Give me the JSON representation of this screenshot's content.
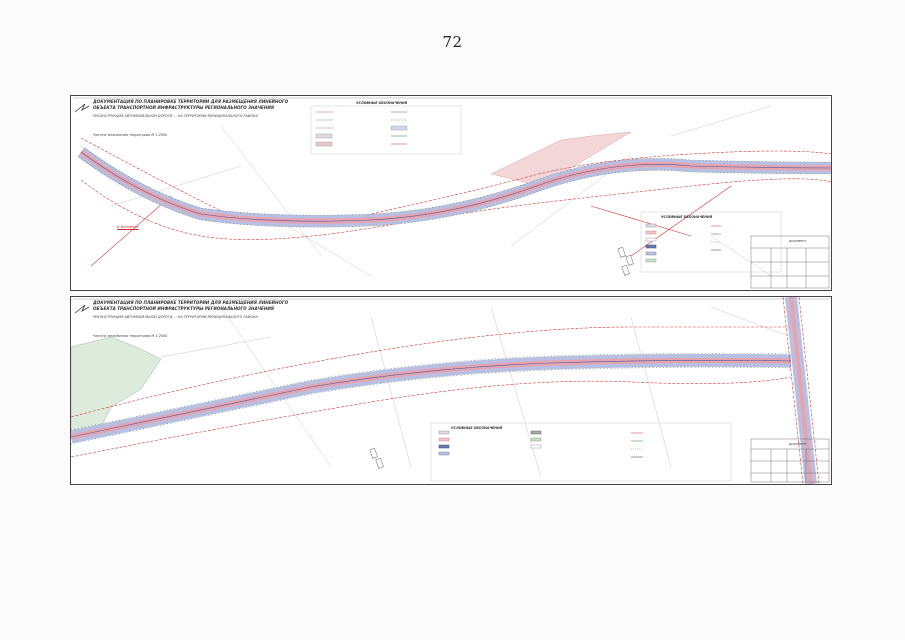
{
  "page": {
    "number": "72"
  },
  "sheets": [
    {
      "title": "ДОКУМЕНТАЦИЯ ПО ПЛАНИРОВКЕ ТЕРРИТОРИИ ДЛЯ РАЗМЕЩЕНИЯ ЛИНЕЙНОГО ОБЪЕКТА ТРАНСПОРТНОЙ ИНФРАСТРУКТУРЫ РЕГИОНАЛЬНОГО ЗНАЧЕНИЯ",
      "subtitle": "РЕКОНСТРУКЦИЯ АВТОМОБИЛЬНОЙ ДОРОГИ ... НА ТЕРРИТОРИИ МУНИЦИПАЛЬНОГО РАЙОНА",
      "scale": "Чертеж межевания территории М 1:2000",
      "legend_header": "УСЛОВНЫЕ ОБОЗНАЧЕНИЯ",
      "legend_header_2": "УСЛОВНЫЕ ОБОЗНАЧЕНИЯ",
      "red_label": "Б Беловойе",
      "stamp": "ДОКУМЕНТ"
    },
    {
      "title": "ДОКУМЕНТАЦИЯ ПО ПЛАНИРОВКЕ ТЕРРИТОРИИ ДЛЯ РАЗМЕЩЕНИЯ ЛИНЕЙНОГО ОБЪЕКТА ТРАНСПОРТНОЙ ИНФРАСТРУКТУРЫ РЕГИОНАЛЬНОГО ЗНАЧЕНИЯ",
      "subtitle": "РЕКОНСТРУКЦИЯ АВТОМОБИЛЬНОЙ ДОРОГИ ... НА ТЕРРИТОРИИ МУНИЦИПАЛЬНОГО РАЙОНА",
      "scale": "Чертеж межевания территории М 1:2000",
      "legend_header": "УСЛОВНЫЕ ОБОЗНАЧЕНИЯ",
      "stamp": "ДОКУМЕНТ"
    }
  ]
}
